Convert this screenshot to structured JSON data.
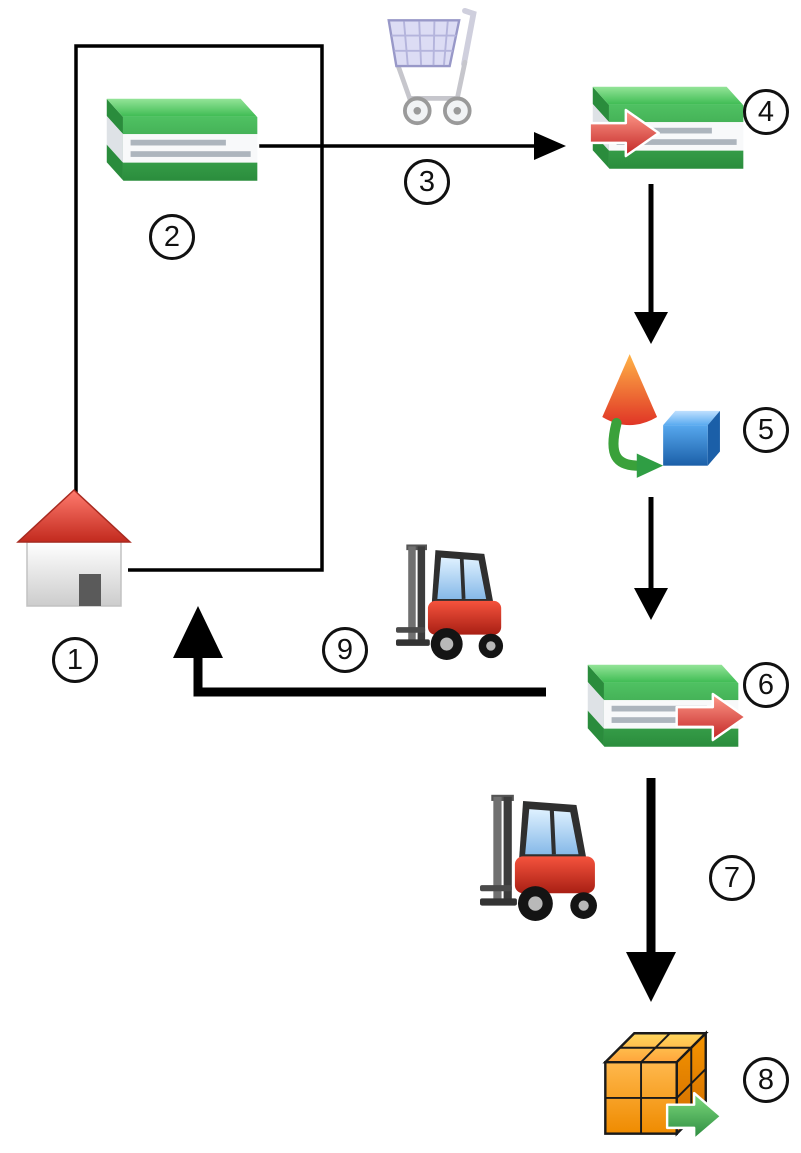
{
  "diagram": {
    "type": "flow-diagram",
    "background_color": "#ffffff",
    "line_color": "#000000",
    "steps": [
      {
        "number": "1",
        "icon": "house-icon"
      },
      {
        "number": "2",
        "icon": "green-package-box-icon"
      },
      {
        "number": "3",
        "icon": "shopping-cart-icon"
      },
      {
        "number": "4",
        "icon": "green-package-box-red-arrow-in-icon"
      },
      {
        "number": "5",
        "icon": "cone-and-cube-conversion-icon"
      },
      {
        "number": "6",
        "icon": "green-package-box-red-arrow-out-icon"
      },
      {
        "number": "7",
        "icon": "forklift-icon"
      },
      {
        "number": "8",
        "icon": "orange-cube-green-arrow-icon"
      },
      {
        "number": "9",
        "icon": "forklift-icon"
      }
    ],
    "flows": [
      {
        "from": "1",
        "to": "2",
        "style": "thin-line-loop"
      },
      {
        "from": "2",
        "to": "4",
        "label": "3",
        "style": "thin-arrow"
      },
      {
        "from": "4",
        "to": "5",
        "style": "medium-arrow"
      },
      {
        "from": "5",
        "to": "6",
        "style": "medium-arrow"
      },
      {
        "from": "6",
        "to": "8",
        "label": "7",
        "style": "thick-arrow"
      },
      {
        "from": "6",
        "to": "1",
        "label": "9",
        "style": "thick-arrow"
      }
    ],
    "colors": {
      "package_green": "#2f9e44",
      "arrow_red": "#d63a2f",
      "roof_red": "#d63a2f",
      "cube_blue": "#1b5fa8",
      "cube_orange": "#f59500",
      "arrow_green": "#2f9e44",
      "cart_lavender": "#c2c2e8",
      "forklift_red": "#c22525"
    }
  }
}
